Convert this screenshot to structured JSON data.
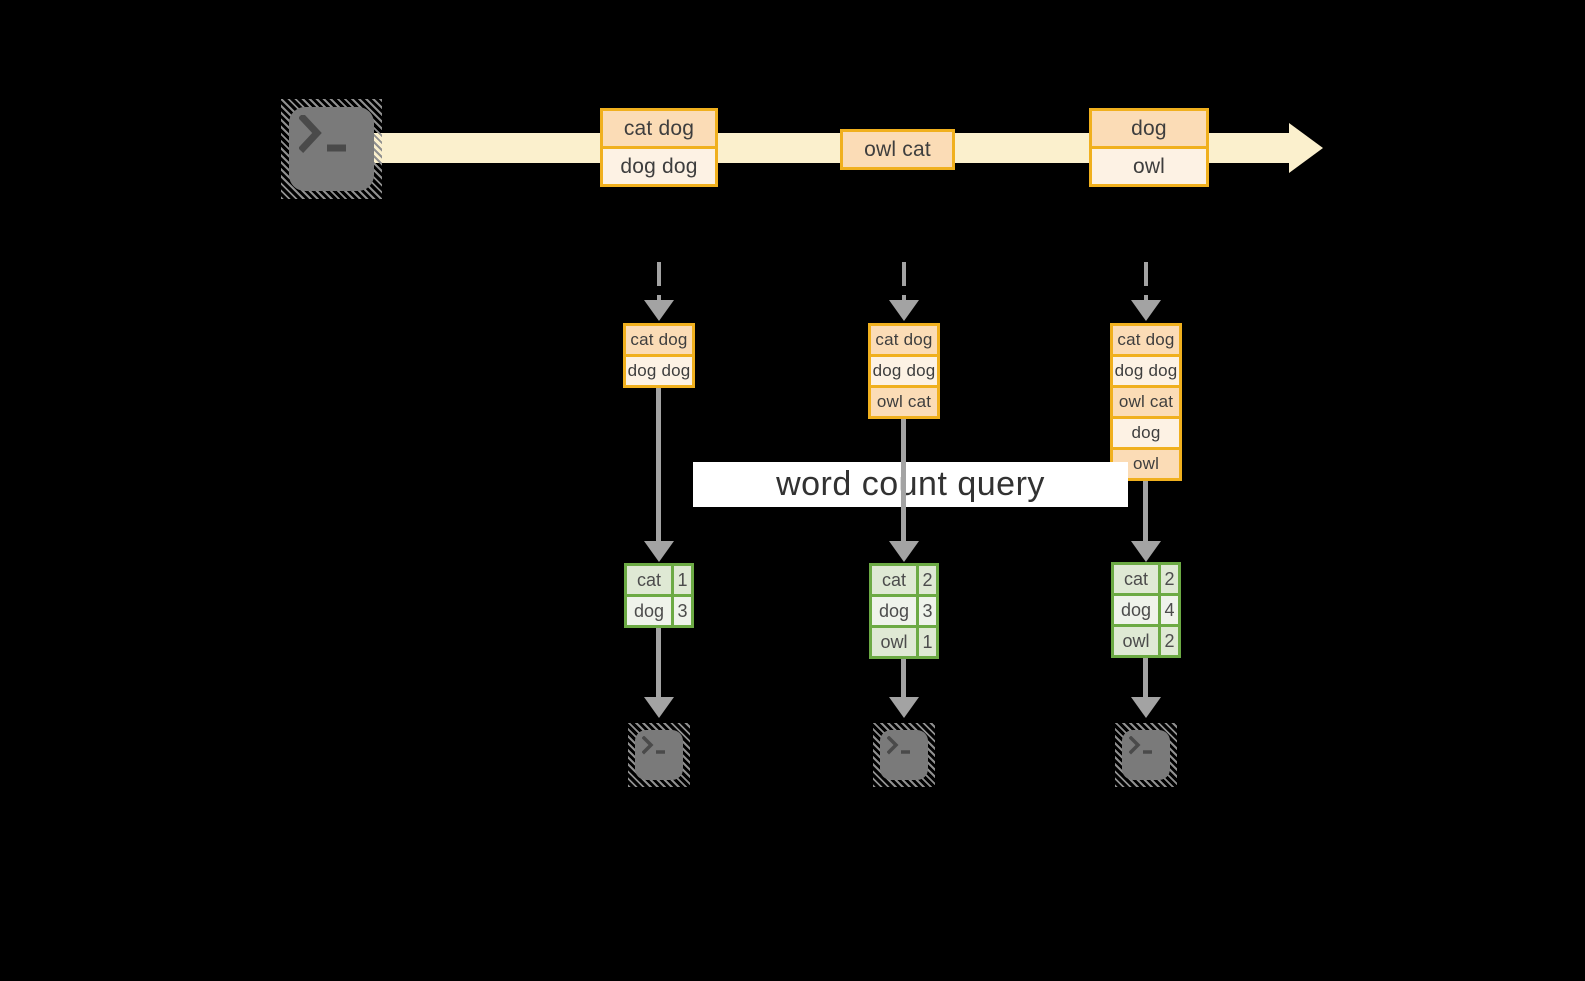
{
  "diagram": {
    "query_label": "word count query",
    "source": {
      "icon": "terminal-icon"
    },
    "stream": {
      "batches": [
        {
          "records": [
            "cat dog",
            "dog dog"
          ]
        },
        {
          "records": [
            "owl cat"
          ]
        },
        {
          "records": [
            "dog",
            "owl"
          ]
        }
      ]
    },
    "snapshots": [
      {
        "buffer": [
          "cat dog",
          "dog dog"
        ],
        "counts": [
          {
            "word": "cat",
            "count": "1"
          },
          {
            "word": "dog",
            "count": "3"
          }
        ],
        "sink_icon": "terminal-icon"
      },
      {
        "buffer": [
          "cat dog",
          "dog dog",
          "owl cat"
        ],
        "counts": [
          {
            "word": "cat",
            "count": "2"
          },
          {
            "word": "dog",
            "count": "3"
          },
          {
            "word": "owl",
            "count": "1"
          }
        ],
        "sink_icon": "terminal-icon"
      },
      {
        "buffer": [
          "cat dog",
          "dog dog",
          "owl cat",
          "dog",
          "owl"
        ],
        "counts": [
          {
            "word": "cat",
            "count": "2"
          },
          {
            "word": "dog",
            "count": "4"
          },
          {
            "word": "owl",
            "count": "2"
          }
        ],
        "sink_icon": "terminal-icon"
      }
    ],
    "colors": {
      "background": "#000000",
      "stream_arrow": "#fbf0cd",
      "record_border": "#f0b01e",
      "record_fill_dark": "#fbdcb6",
      "record_fill_light": "#fdf2e4",
      "table_border": "#6caa44",
      "table_fill_dark": "#dfe9d4",
      "table_fill_light": "#eff3eb",
      "arrow_gray": "#a3a3a3",
      "terminal_gray": "#7a7a7a",
      "banner_background": "#ffffff",
      "text": "#3e3e3e"
    }
  }
}
